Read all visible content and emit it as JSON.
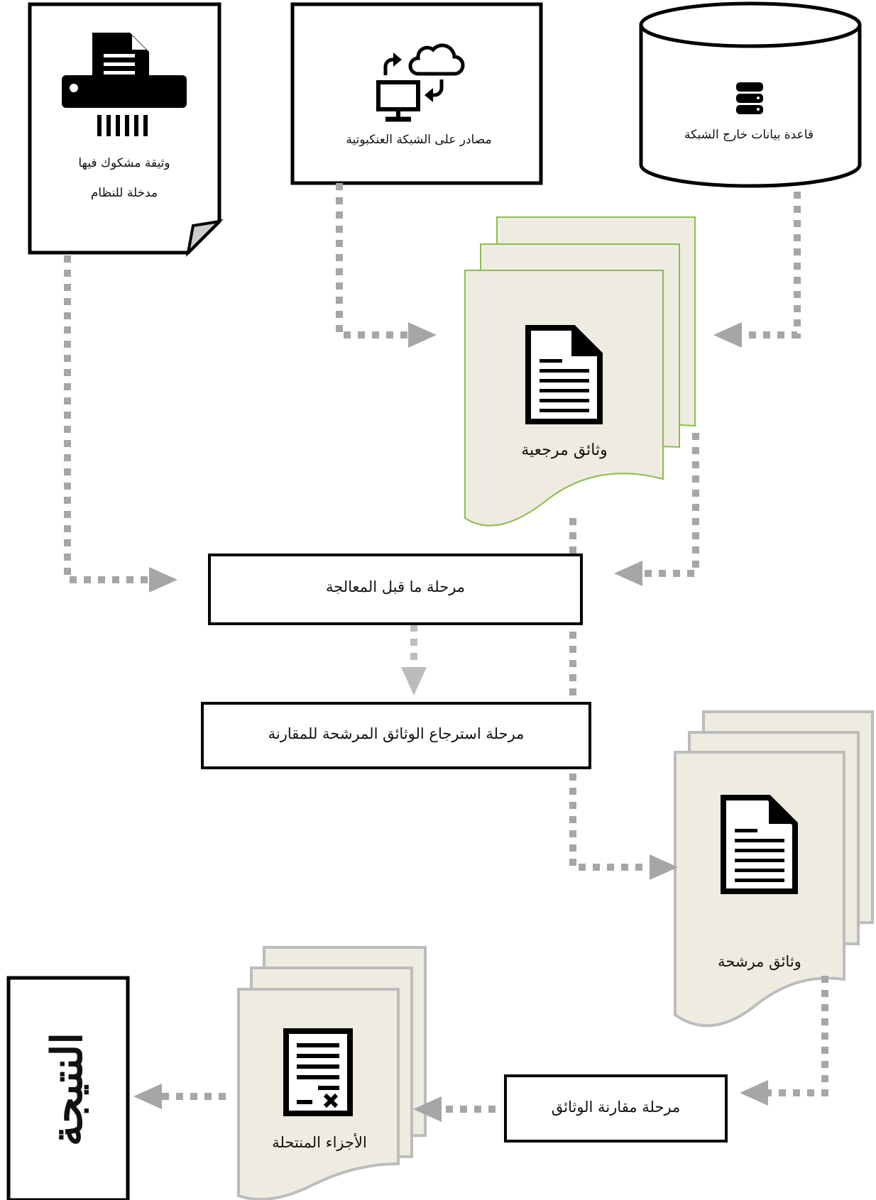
{
  "nodes": {
    "suspect_doc": {
      "label_line1": "وثيقة مشكوك فيها",
      "label_line2": "مدخلة للنظام"
    },
    "web_sources": {
      "label": "مصادر على الشبكة العنكبوتية"
    },
    "offline_db": {
      "label": "قاعدة بيانات خارج الشبكة"
    },
    "reference_docs": {
      "label": "وثائق مرجعية"
    },
    "preprocessing": {
      "label": "مرحلة ما قبل المعالجة"
    },
    "candidate_retrieval": {
      "label": "مرحلة استرجاع الوثائق المرشحة للمقارنة"
    },
    "candidate_docs": {
      "label": "وثائق مرشحة"
    },
    "comparison": {
      "label": "مرحلة مقارنة الوثائق"
    },
    "plagiarized_parts": {
      "label": "الأجزاء المنتحلة"
    },
    "result": {
      "label": "النتيجة"
    }
  },
  "colors": {
    "green_fill": "#eeece1",
    "green_stroke": "#8dbb4f",
    "gray_fill": "#eeece1",
    "gray_stroke": "#bcbcbc",
    "arrow": "#a6a6a6"
  },
  "icons": [
    "printer-shredder-icon",
    "cloud-sync-computer-icon",
    "database-icon",
    "document-icon",
    "rejected-document-icon"
  ]
}
